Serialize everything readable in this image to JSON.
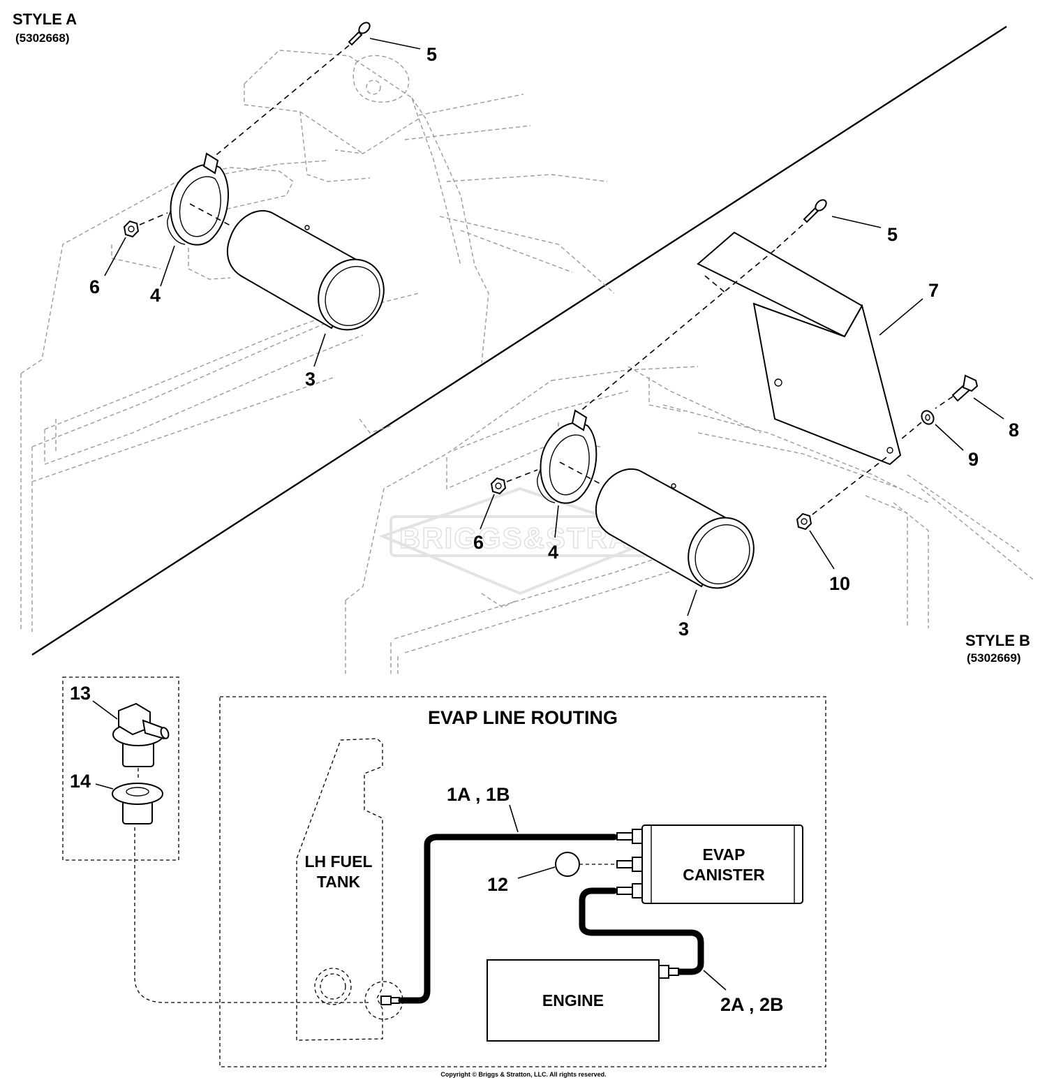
{
  "style_a": {
    "title": "STYLE A",
    "part_no": "(5302668)"
  },
  "style_b": {
    "title": "STYLE B",
    "part_no": "(5302669)"
  },
  "callouts_a": {
    "c5": "5",
    "c6": "6",
    "c4": "4",
    "c3": "3"
  },
  "callouts_b": {
    "c5": "5",
    "c7": "7",
    "c8": "8",
    "c9": "9",
    "c6": "6",
    "c4": "4",
    "c10": "10",
    "c3": "3"
  },
  "callouts_kit": {
    "c13": "13",
    "c14": "14"
  },
  "evap_routing": {
    "title": "EVAP LINE ROUTING",
    "fuel_tank_line1": "LH FUEL",
    "fuel_tank_line2": "TANK",
    "canister_line1": "EVAP",
    "canister_line2": "CANISTER",
    "engine": "ENGINE",
    "hose_1": "1A , 1B",
    "hose_2": "2A , 2B",
    "callout_12": "12"
  },
  "watermark": "BRIGGS&STRATTON",
  "copyright": "Copyright © Briggs & Stratton, LLC. All rights reserved."
}
